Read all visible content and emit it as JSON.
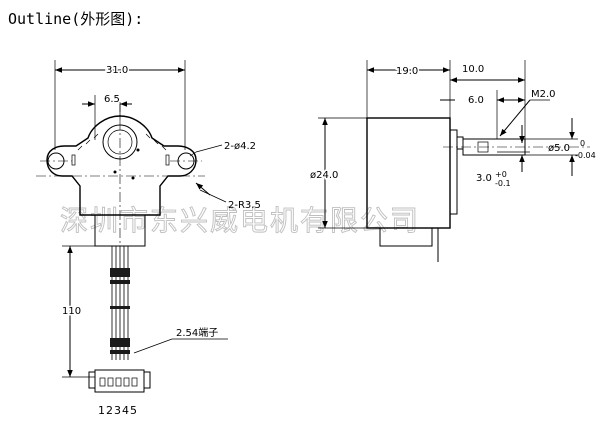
{
  "title": "Outline(外形图):",
  "watermark": "深圳市东兴威电机有限公司",
  "front_view": {
    "dim_width": "31.0",
    "dim_offset": "6.5",
    "dim_hole": "2-ø4.2",
    "dim_radius": "2-R3.5",
    "dim_lead_length": "110",
    "connector_label": "2.54端子",
    "pin_numbers": "12345"
  },
  "side_view": {
    "dim_body_length": "19.0",
    "dim_shaft_length": "10.0",
    "dim_flat_length": "6.0",
    "dim_thread": "M2.0",
    "dim_diameter": "ø24.0",
    "dim_shaft_dia": "ø5.0",
    "dim_shaft_dia_tol_upper": "0",
    "dim_shaft_dia_tol_lower": "-0.04",
    "dim_flat": "3.0",
    "dim_flat_tol_upper": "+0",
    "dim_flat_tol_lower": "-0.1"
  }
}
